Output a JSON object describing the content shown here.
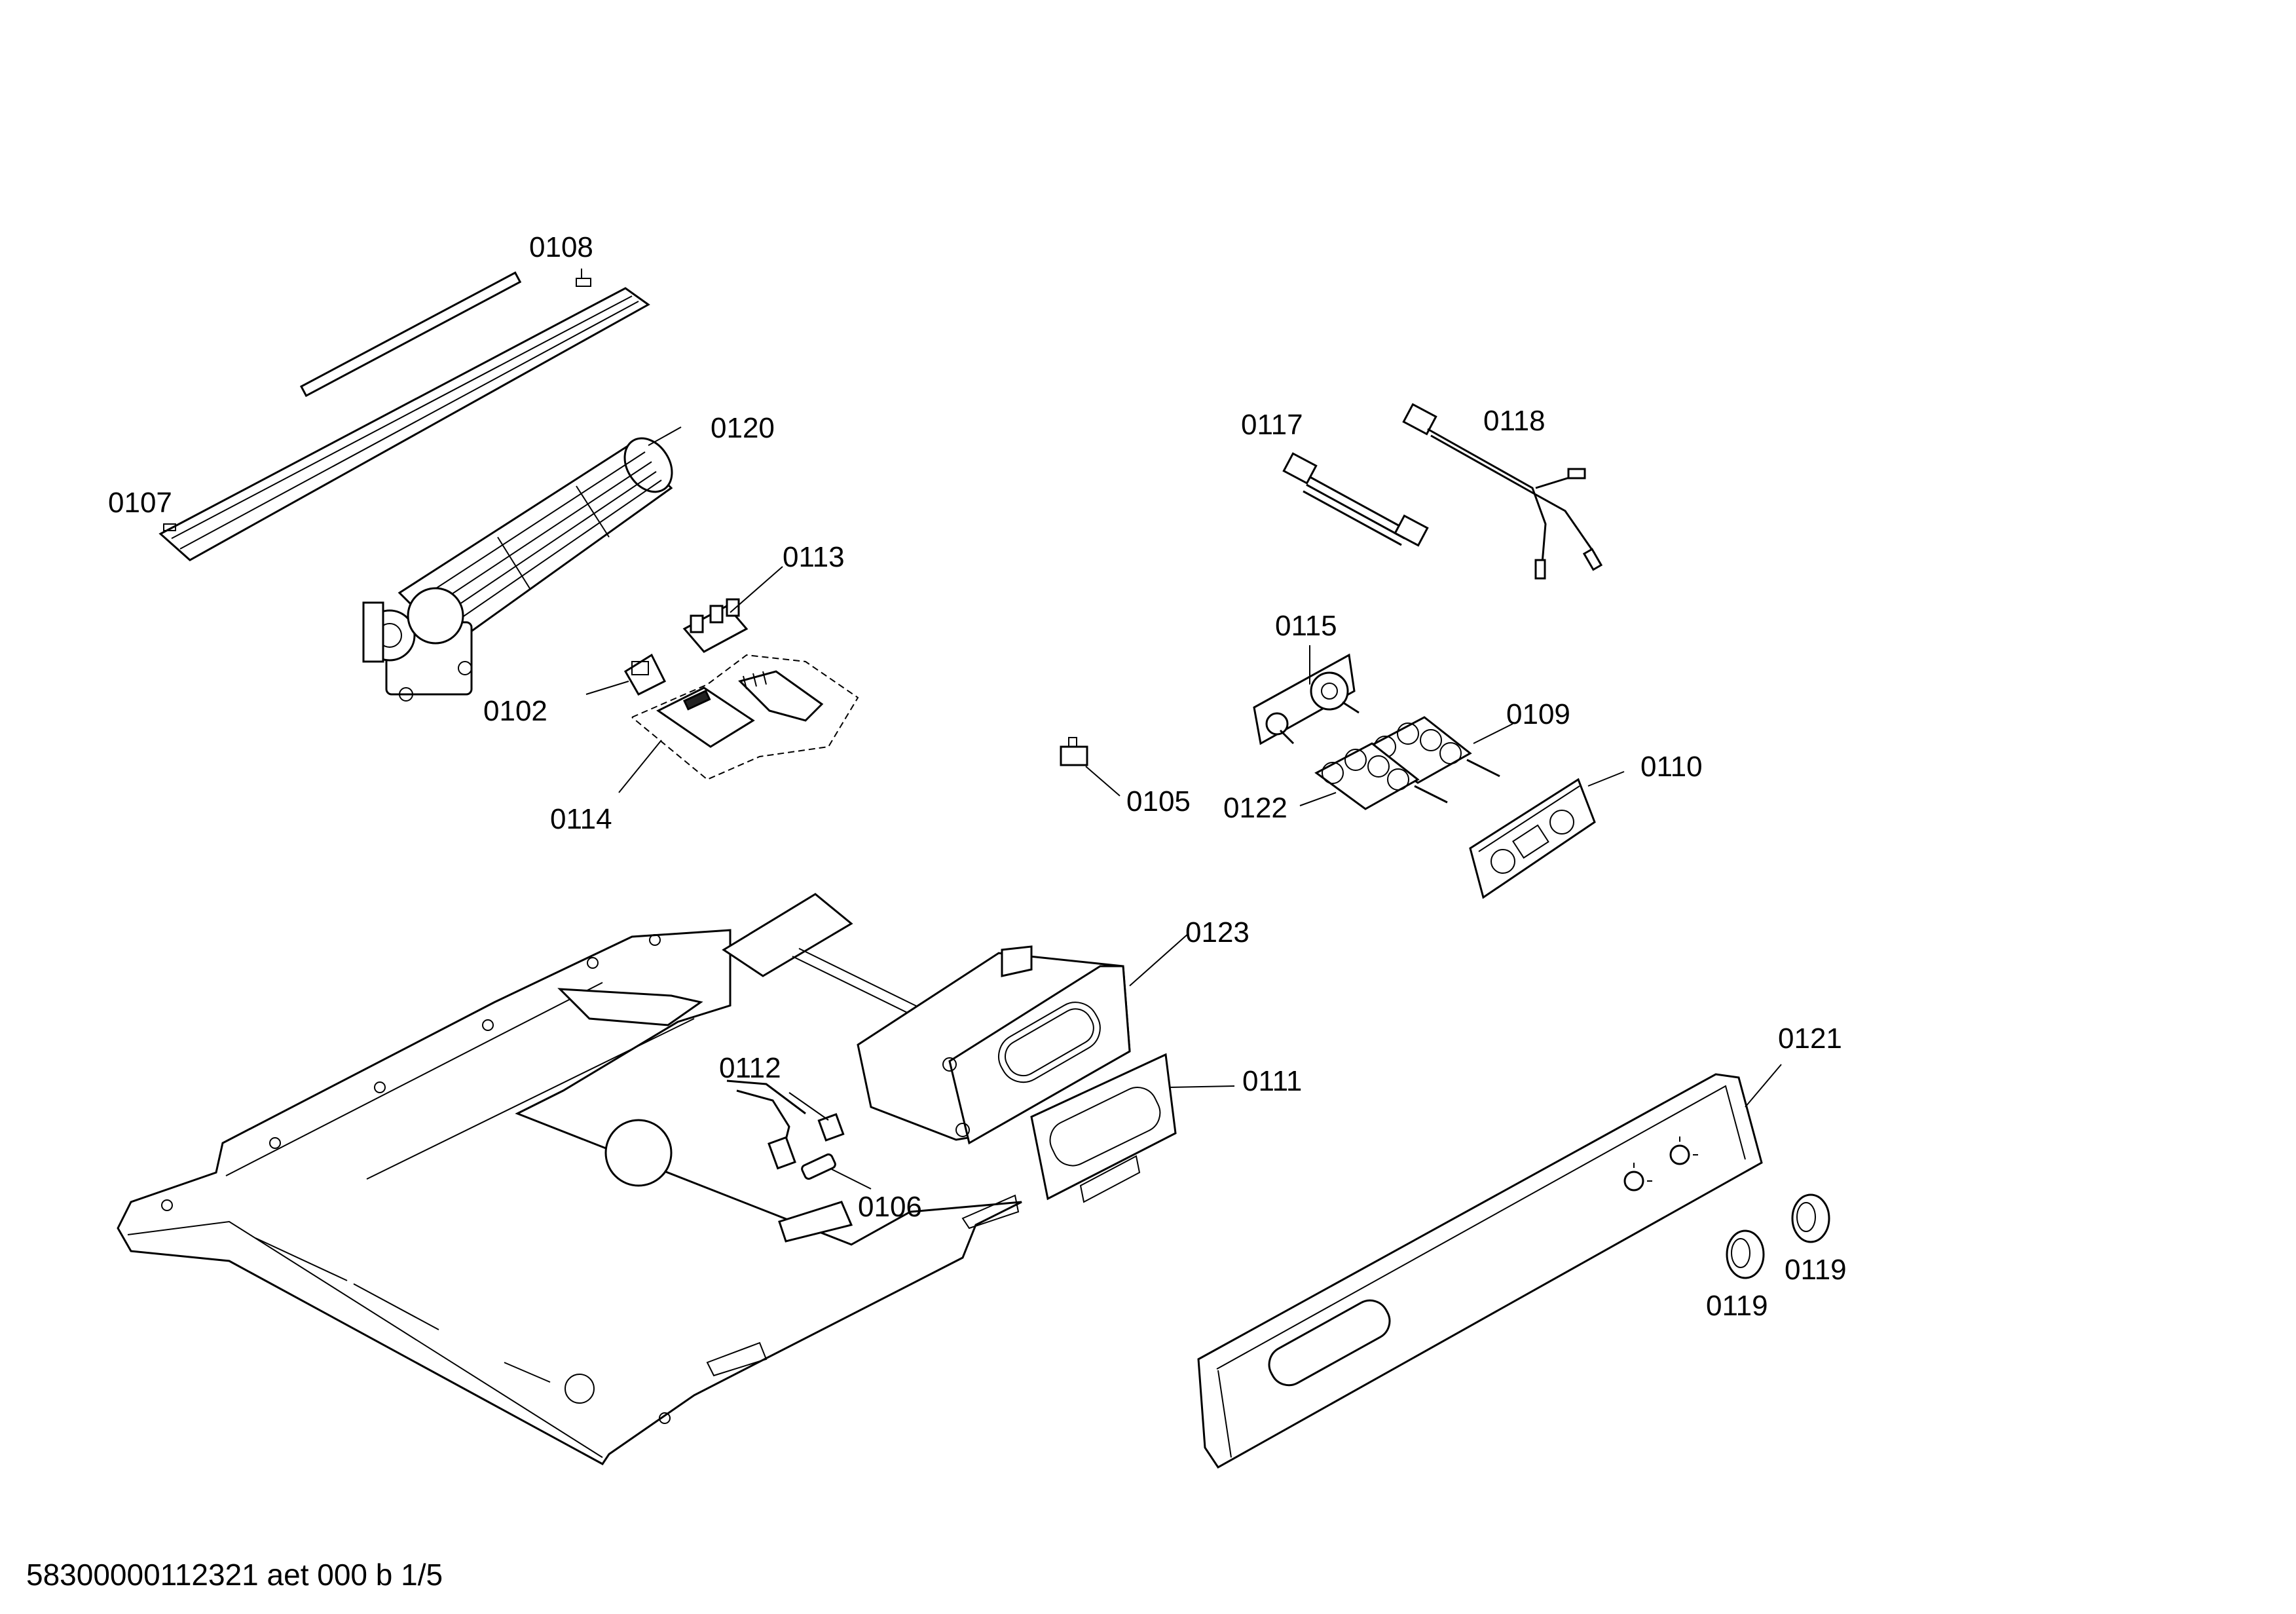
{
  "diagram": {
    "labels": {
      "p0102": "0102",
      "p0105": "0105",
      "p0106": "0106",
      "p0107": "0107",
      "p0108": "0108",
      "p0109": "0109",
      "p0110": "0110",
      "p0111": "0111",
      "p0112": "0112",
      "p0113": "0113",
      "p0114": "0114",
      "p0115": "0115",
      "p0117": "0117",
      "p0118": "0118",
      "p0119a": "0119",
      "p0119b": "0119",
      "p0120": "0120",
      "p0121": "0121",
      "p0122": "0122",
      "p0123": "0123"
    },
    "footer": "58300000112321 aet 000 b 1/5"
  }
}
